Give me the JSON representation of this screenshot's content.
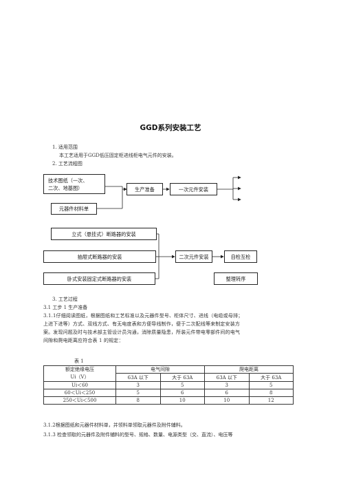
{
  "doc": {
    "title": "GGD系列安装工艺",
    "s1_heading": "1.  适用范围",
    "s1_body": "本工艺适用于GGD低压固定柜进线柜电气元件的安装。",
    "s2_heading": "2.  工艺流程图",
    "s3_heading": "3.  工艺过程",
    "s31_heading": "3.1  工步 1  生产准备",
    "s311_lines": [
      "3.1.1仔细阅读图纸，根据图纸和工艺标准以及元器件型号、柜体尺寸、进线（电缆或母排；",
      "上进下进等）方式、双线方式、有无电度表和方便导线制作，便于二次配线等来制定安装方",
      "案。发现问题及时与技术部主管设计员沟通，消除质量隐患，所装元件带电零部件间的电气",
      "间隙和爬电距离应符合表 1 的规定："
    ],
    "s312": "3.1.2根据图纸和元器件材料单，并领料单领取元器件及附件辅料。",
    "s313": "3.1.3 检查领取的元器件及附件辅料的型号、规格、数量、电源类型（交、直流）、电压等"
  },
  "flow1": {
    "tech_drawing_line1": "技术图纸（一次、",
    "tech_drawing_line2": "二次、地基图）",
    "prep": "生产准备",
    "primary_install": "一次元件安装",
    "bom": "元器件材料单"
  },
  "flow2": {
    "vertical_breaker": "立式（悬挂式）断路器的安装",
    "drawout_breaker": "抽屉式断路器的安装",
    "horizontal_breaker": "卧式安装固定式断路器的安装",
    "secondary_install": "二次元件安装",
    "self_check": "自检互检",
    "finish": "整理转序"
  },
  "table1": {
    "caption": "表 1",
    "h_voltage_line1": "额定绝缘电压",
    "h_voltage_line2": "Ui（V）",
    "h_clearance": "电气间隙",
    "h_creepage": "爬电距离",
    "sub": [
      "63A 以下",
      "大于 63A",
      "63A 以下",
      "大于 63A"
    ],
    "rows": [
      [
        "Ui＜60",
        "3",
        "5",
        "3",
        "5"
      ],
      [
        "60＜Ui＜250",
        "5",
        "6",
        "6",
        "8"
      ],
      [
        "250＜Ui＜500",
        "8",
        "10",
        "10",
        "12"
      ]
    ]
  }
}
